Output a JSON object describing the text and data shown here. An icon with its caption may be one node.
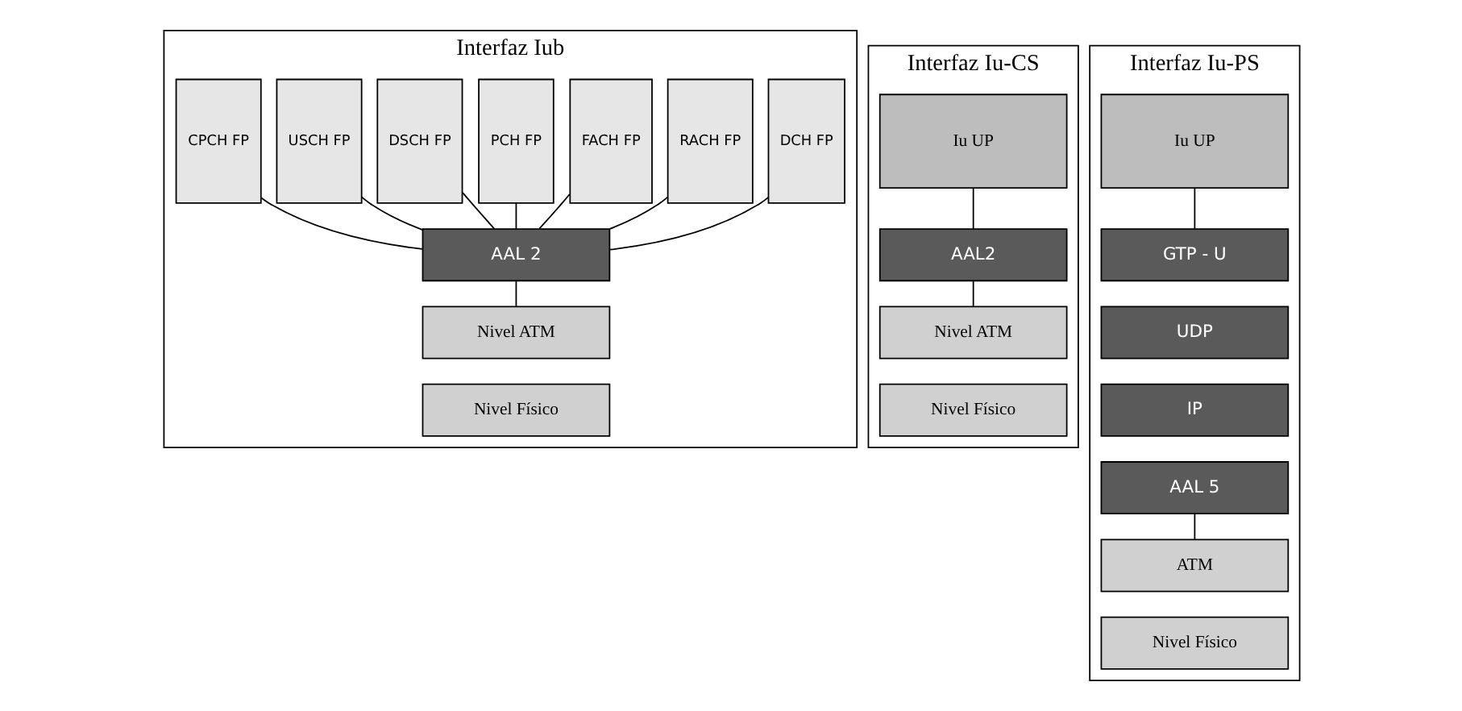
{
  "diagram": {
    "nodes": [
      {
        "text": [
          "Interfaz Iub"
        ]
      },
      {
        "text": [
          "DCH FP"
        ],
        "in": 0
      },
      {
        "text": [
          "RACH FP"
        ],
        "in": 0
      },
      {
        "text": [
          "FACH FP"
        ],
        "in": 0
      },
      {
        "text": [
          "PCH FP"
        ],
        "in": 0
      },
      {
        "text": [
          "DSCH FP"
        ],
        "in": 0
      },
      {
        "text": [
          "USCH FP"
        ],
        "in": 0
      },
      {
        "text": [
          "CPCH FP"
        ],
        "in": 0
      },
      {
        "text": [
          "AAL 2"
        ],
        "in": 0
      },
      {
        "text": [
          "Nivel ATM"
        ],
        "in": 0
      },
      {
        "text": [
          "Nivel Físico"
        ],
        "in": 0
      },
      {
        "text": [
          "Interfaz Iu-CS"
        ]
      },
      {
        "text": [
          "Iu UP"
        ],
        "in": 11
      },
      {
        "text": [
          "AAL2"
        ],
        "in": 11
      },
      {
        "text": [
          "Nivel ATM"
        ],
        "in": 11
      },
      {
        "text": [
          "Nivel Físico"
        ],
        "in": 11
      },
      {
        "text": [
          "Interfaz Iu-PS"
        ]
      },
      {
        "text": [
          "Iu UP"
        ],
        "in": 16
      },
      {
        "text": [
          "GTP - U"
        ],
        "in": 16
      },
      {
        "text": [
          "UDP"
        ],
        "in": 16
      },
      {
        "text": [
          "IP"
        ],
        "in": 16
      },
      {
        "text": [
          "AAL 5"
        ],
        "in": 16
      },
      {
        "text": [
          "ATM"
        ],
        "in": 16
      },
      {
        "text": [
          "Nivel Físico"
        ],
        "in": 16
      }
    ],
    "edges": [
      {
        "from": 1,
        "to": 8,
        "arrow": "none"
      },
      {
        "from": 2,
        "to": 8,
        "arrow": "none"
      },
      {
        "from": 3,
        "to": 8,
        "arrow": "none"
      },
      {
        "from": 4,
        "to": 8,
        "arrow": "none"
      },
      {
        "from": 5,
        "to": 8,
        "arrow": "none"
      },
      {
        "from": 6,
        "to": 8,
        "arrow": "none"
      },
      {
        "from": 7,
        "to": 8,
        "arrow": "none"
      },
      {
        "from": 8,
        "to": 9,
        "arrow": "none"
      },
      {
        "from": 12,
        "to": 13,
        "arrow": "none"
      },
      {
        "from": 13,
        "to": 14,
        "arrow": "none"
      },
      {
        "from": 17,
        "to": 18,
        "arrow": "none"
      },
      {
        "from": 21,
        "to": 22,
        "arrow": "none"
      }
    ]
  }
}
